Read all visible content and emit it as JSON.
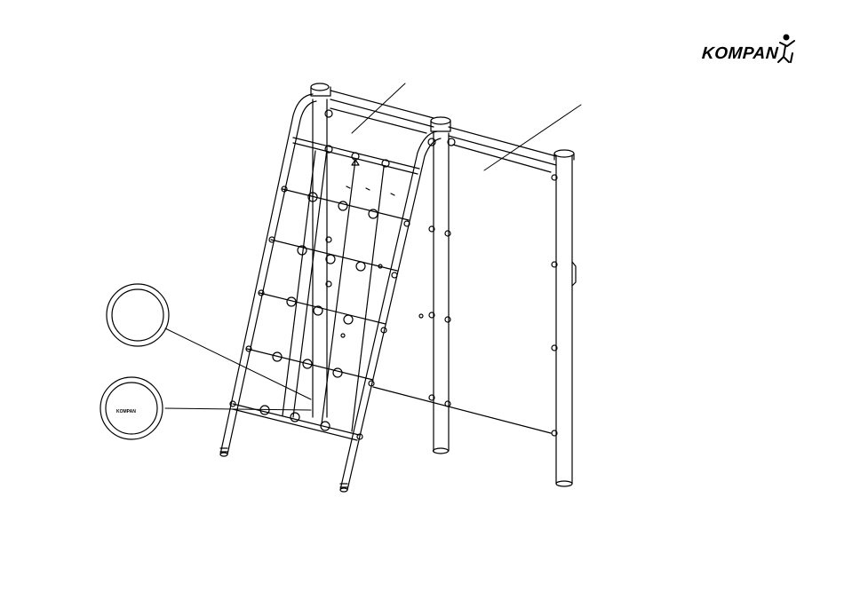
{
  "brand": {
    "name": "KOMPAN",
    "logo_icon": "kompan-figure-icon"
  },
  "illustration": {
    "subject": "climbing-net-frame",
    "callouts": [
      {
        "id": "leader-panel-left"
      },
      {
        "id": "leader-panel-right"
      },
      {
        "id": "detail-circle-plain"
      },
      {
        "id": "detail-circle-logo"
      }
    ],
    "detail_logo_text": "KOMPAN"
  },
  "colors": {
    "line": "#000000",
    "background": "#ffffff"
  }
}
